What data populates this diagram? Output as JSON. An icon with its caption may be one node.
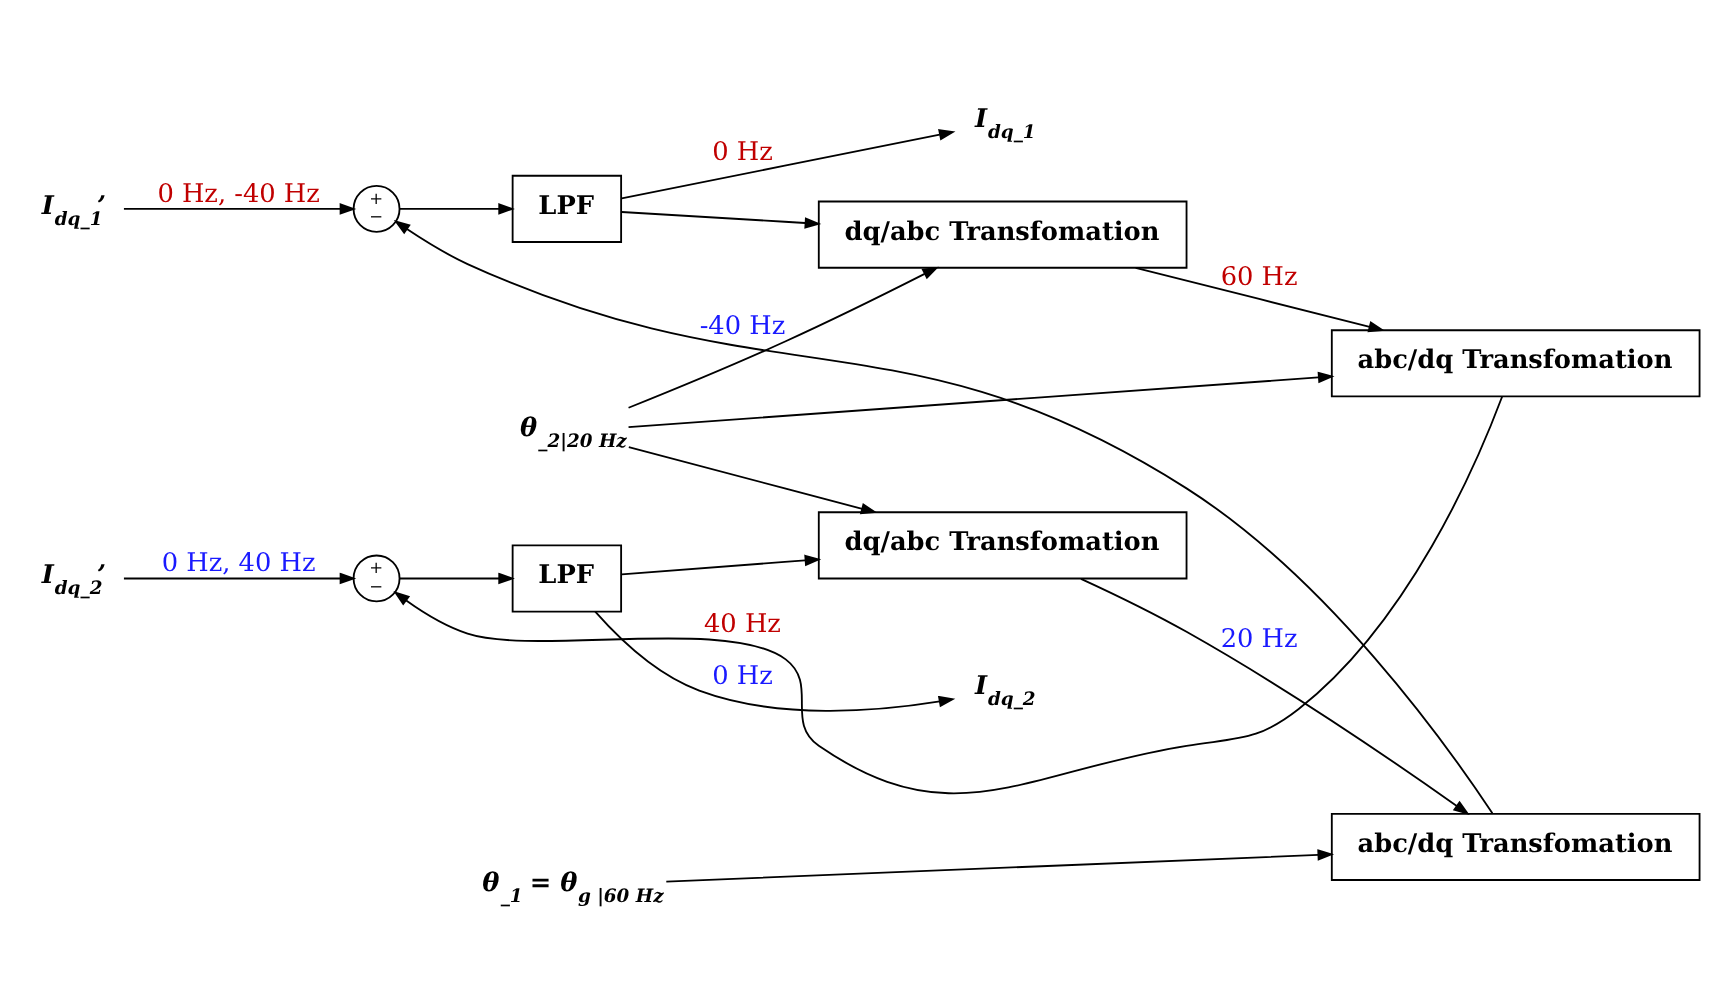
{
  "diagram": {
    "nodes": [
      {
        "text": [
          "I$_{dq_1}$’"
        ]
      },
      {
        "text": [
          "+",
          "−"
        ]
      },
      {
        "text": [
          "LPF"
        ]
      },
      {
        "text": [
          "dq/abc Transfomation"
        ]
      },
      {
        "text": [
          "abc/dq Transfomation"
        ]
      },
      {
        "text": [
          "θ$_{_1}$ = θ$_{g |60 Hz}$"
        ]
      },
      {
        "text": [
          "θ$_{_2|20 Hz}$"
        ]
      },
      {
        "text": [
          "abc/dq Transfomation"
        ]
      },
      {
        "text": [
          "I$_{dq_2}$’"
        ]
      },
      {
        "text": [
          "+",
          "−"
        ]
      },
      {
        "text": [
          "LPF"
        ]
      },
      {
        "text": [
          "dq/abc Transfomation"
        ]
      },
      {
        "text": [
          "I$_{dq_1}$"
        ]
      },
      {
        "text": [
          "I$_{dq_2}$"
        ]
      }
    ],
    "edges": [
      {
        "from": 0,
        "to": 1,
        "arrow": "to",
        "label": "0 Hz, -40 Hz"
      },
      {
        "from": 1,
        "to": 2,
        "arrow": "to"
      },
      {
        "from": 2,
        "to": 3,
        "arrow": "to"
      },
      {
        "from": 2,
        "to": 12,
        "arrow": "to",
        "label": "0 Hz"
      },
      {
        "from": 3,
        "to": 4,
        "arrow": "to",
        "label": "60 Hz"
      },
      {
        "from": 6,
        "to": 3,
        "arrow": "to"
      },
      {
        "from": 6,
        "to": 4,
        "arrow": "to"
      },
      {
        "from": 6,
        "to": 11,
        "arrow": "to"
      },
      {
        "from": 5,
        "to": 7,
        "arrow": "to"
      },
      {
        "from": 4,
        "to": 9,
        "arrow": "to",
        "label": "40 Hz"
      },
      {
        "from": 7,
        "to": 1,
        "arrow": "to",
        "label": "-40 Hz"
      },
      {
        "from": 8,
        "to": 9,
        "arrow": "to",
        "label": "0 Hz, 40 Hz"
      },
      {
        "from": 9,
        "to": 10,
        "arrow": "to"
      },
      {
        "from": 10,
        "to": 11,
        "arrow": "to"
      },
      {
        "from": 11,
        "to": 7,
        "arrow": "to",
        "label": "20 Hz"
      },
      {
        "from": 10,
        "to": 13,
        "arrow": "to",
        "label": "0 Hz"
      }
    ]
  }
}
